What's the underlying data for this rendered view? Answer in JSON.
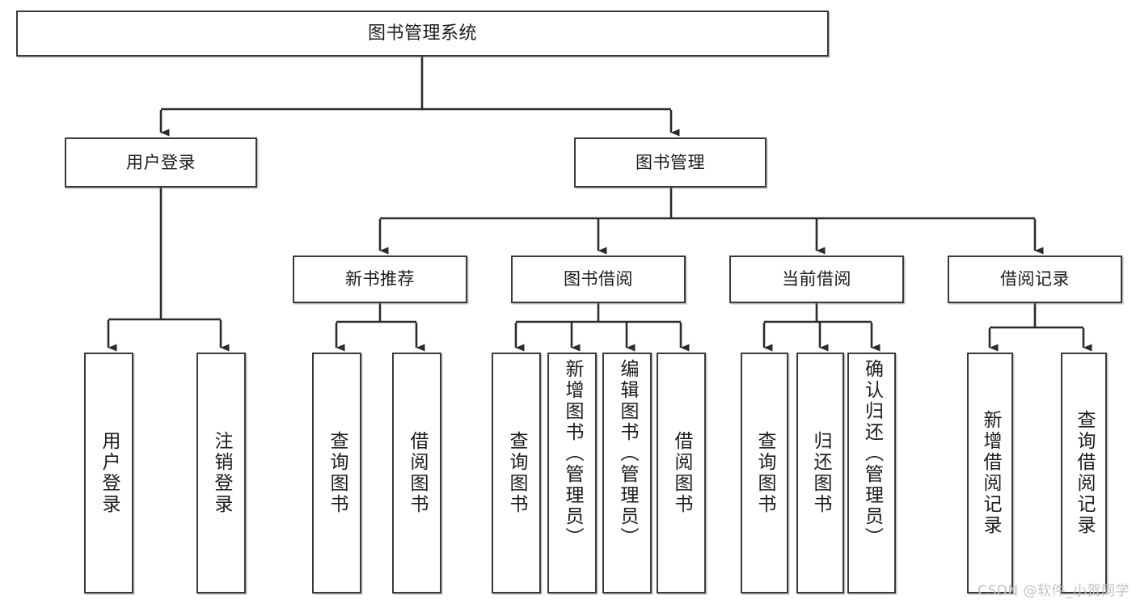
{
  "diagram": {
    "title": "图书管理系统",
    "type": "hierarchy-tree",
    "watermark": "CSDN @软件_小贺同学",
    "colors": {
      "box_border": "#3a3a3a",
      "box_fill": "#ffffff",
      "edge": "#2b2b2b",
      "text": "#1c1c1c",
      "watermark": "#c2c2c2"
    },
    "nodes": {
      "root": {
        "label": "图书管理系统",
        "level": 0,
        "orientation": "horizontal"
      },
      "level2": [
        {
          "id": "user-login",
          "label": "用户登录",
          "orientation": "horizontal"
        },
        {
          "id": "book-manage",
          "label": "图书管理",
          "orientation": "horizontal"
        }
      ],
      "level3": [
        {
          "id": "new-book-recommend",
          "label": "新书推荐",
          "orientation": "horizontal"
        },
        {
          "id": "book-borrow",
          "label": "图书借阅",
          "orientation": "horizontal"
        },
        {
          "id": "current-borrow",
          "label": "当前借阅",
          "orientation": "horizontal"
        },
        {
          "id": "borrow-record",
          "label": "借阅记录",
          "orientation": "horizontal"
        }
      ],
      "leaves": {
        "user-login": [
          {
            "id": "leaf-user-login",
            "label": "用户登录",
            "orientation": "vertical"
          },
          {
            "id": "leaf-logout",
            "label": "注销登录",
            "orientation": "vertical"
          }
        ],
        "new-book-recommend": [
          {
            "id": "leaf-query-book-1",
            "label": "查询图书",
            "orientation": "vertical"
          },
          {
            "id": "leaf-borrow-book-1",
            "label": "借阅图书",
            "orientation": "vertical"
          }
        ],
        "book-borrow": [
          {
            "id": "leaf-query-book-2",
            "label": "查询图书",
            "orientation": "vertical"
          },
          {
            "id": "leaf-add-book",
            "label": "新增图书（管理员）",
            "orientation": "vertical"
          },
          {
            "id": "leaf-edit-book",
            "label": "编辑图书（管理员）",
            "orientation": "vertical"
          },
          {
            "id": "leaf-borrow-book-2",
            "label": "借阅图书",
            "orientation": "vertical"
          }
        ],
        "current-borrow": [
          {
            "id": "leaf-query-book-3",
            "label": "查询图书",
            "orientation": "vertical"
          },
          {
            "id": "leaf-return-book",
            "label": "归还图书",
            "orientation": "vertical"
          },
          {
            "id": "leaf-confirm-return",
            "label": "确认归还（管理员）",
            "orientation": "vertical"
          }
        ],
        "borrow-record": [
          {
            "id": "leaf-add-record",
            "label": "新增借阅记录",
            "orientation": "vertical"
          },
          {
            "id": "leaf-query-record",
            "label": "查询借阅记录",
            "orientation": "vertical"
          }
        ]
      }
    }
  }
}
